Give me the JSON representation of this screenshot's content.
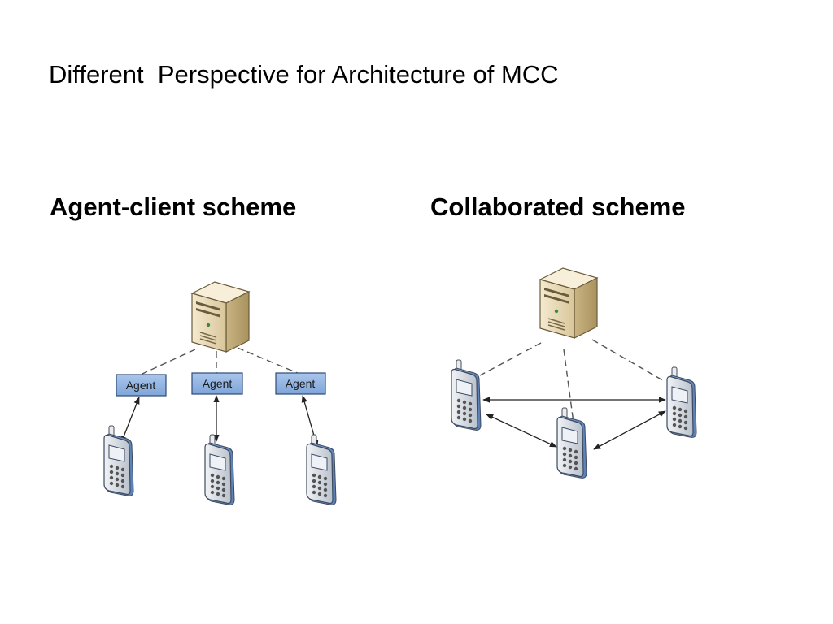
{
  "slide": {
    "title": "Different  Perspective for Architecture of MCC"
  },
  "schemes": [
    {
      "heading": "Agent-client scheme",
      "agents": [
        {
          "label": "Agent"
        },
        {
          "label": "Agent"
        },
        {
          "label": "Agent"
        }
      ],
      "icons": [
        "server-icon",
        "mobile-phone-icon"
      ]
    },
    {
      "heading": "Collaborated scheme",
      "icons": [
        "server-icon",
        "mobile-phone-icon"
      ]
    }
  ],
  "colors": {
    "agent_box_fill": "#8fb4e3",
    "agent_box_stroke": "#3a5a8c",
    "server_body": "#ede0c0",
    "phone_body": "#d8dde4",
    "phone_accent": "#6f93c8",
    "line": "#555555"
  }
}
